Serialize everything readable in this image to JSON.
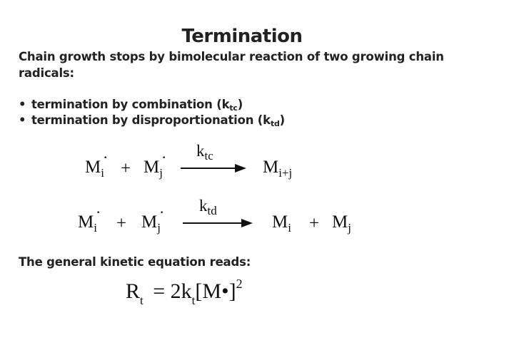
{
  "title": "Termination",
  "intro": {
    "line1": "Chain growth stops by bimolecular reaction of two growing chain",
    "line2": "radicals:"
  },
  "bullets": [
    {
      "text": "termination by combination (k",
      "sub": "tc",
      "close": ")"
    },
    {
      "text": "termination by disproportionation (k",
      "sub": "td",
      "close": ")"
    }
  ],
  "reaction_combination": {
    "reactant1": {
      "base": "M",
      "sub": "i",
      "dot": "·"
    },
    "plus": "+",
    "reactant2": {
      "base": "M",
      "sub": "j",
      "dot": "·"
    },
    "rate_constant": {
      "base": "k",
      "sub": "tc"
    },
    "product": {
      "base": "M",
      "sub": "i+j"
    }
  },
  "reaction_disproportionation": {
    "reactant1": {
      "base": "M",
      "sub": "i",
      "dot": "·"
    },
    "plus": "+",
    "reactant2": {
      "base": "M",
      "sub": "j",
      "dot": "·"
    },
    "rate_constant": {
      "base": "k",
      "sub": "td"
    },
    "product1": {
      "base": "M",
      "sub": "i"
    },
    "product_plus": "+",
    "product2": {
      "base": "M",
      "sub": "j"
    }
  },
  "kinetic_intro": "The general kinetic equation reads:",
  "kinetic_equation": {
    "lhs": "R",
    "lhs_sub": "t",
    "equals": "=",
    "coef": "2k",
    "coef_sub": "t",
    "bracket": "[M•]",
    "exponent": "2"
  }
}
